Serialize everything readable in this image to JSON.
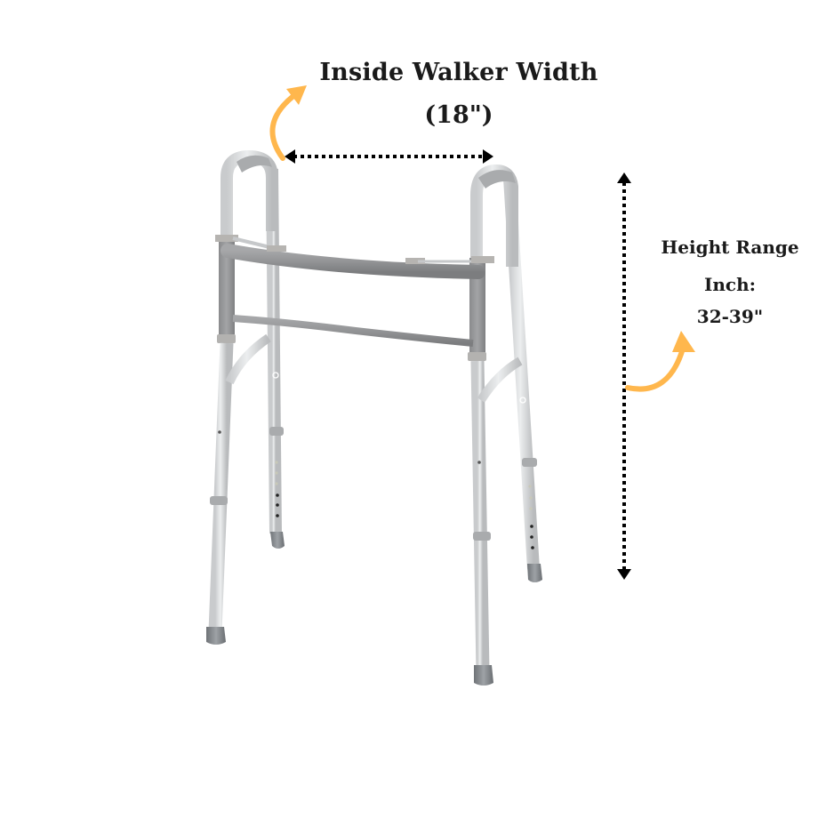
{
  "annotations": {
    "width": {
      "title": "Inside Walker Width",
      "value": "(18\")"
    },
    "height": {
      "title": "Height Range",
      "unit": "Inch:",
      "value": "32-39\""
    }
  },
  "colors": {
    "arrow_accent": "#ffb74d",
    "dimension_line": "#000000",
    "frame_light": "#d4d6d8",
    "frame_dark": "#8e8f91",
    "grip": "#a9abad",
    "tip": "#7d8185"
  },
  "product": {
    "type": "folding walker"
  }
}
